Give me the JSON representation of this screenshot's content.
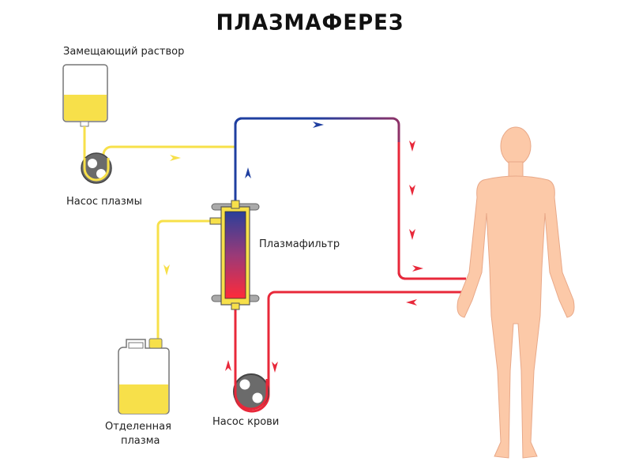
{
  "title": "ПЛАЗМАФЕРЕЗ",
  "labels": {
    "replacement_solution": "Замещающий раствор",
    "plasma_pump": "Насос плазмы",
    "plasma_filter": "Плазмафильтр",
    "separated_plasma_line1": "Отделенная",
    "separated_plasma_line2": "плазма",
    "blood_pump": "Насос крови"
  },
  "colors": {
    "plasma": "#f7e04a",
    "blood_arterial": "#e8283a",
    "blood_venous": "#1f3fa0",
    "skin": "#fcc9a8",
    "pump": "#6b6b6b"
  }
}
